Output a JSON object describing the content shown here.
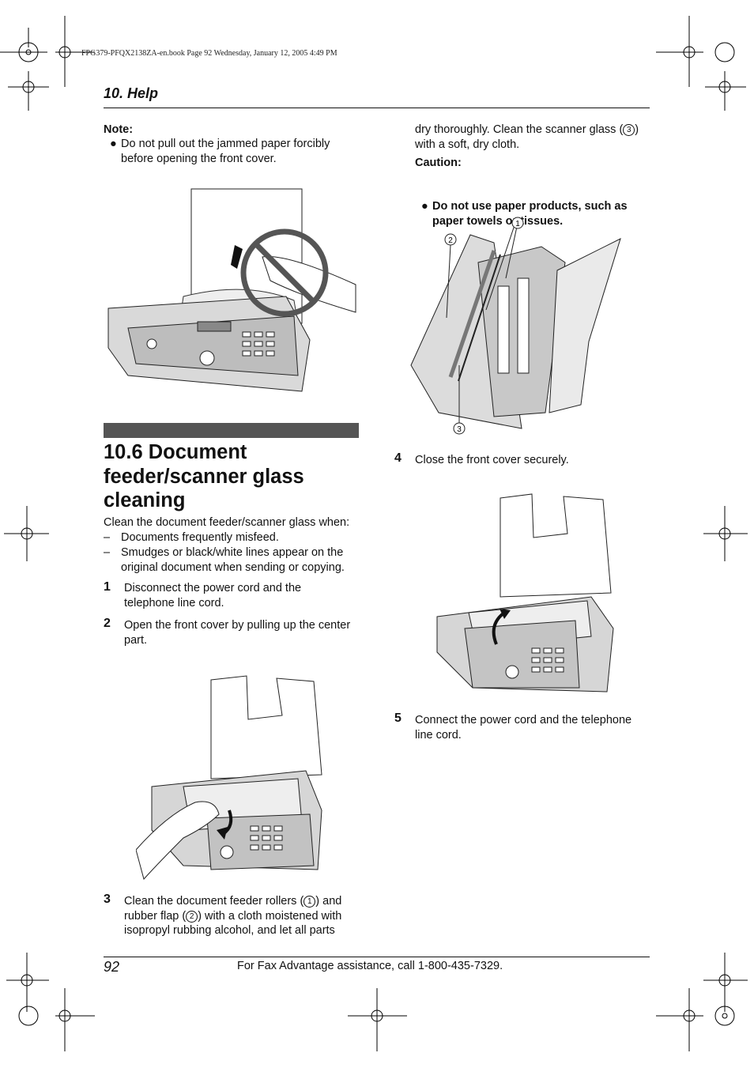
{
  "printer_line": "FPG379-PFQX2138ZA-en.book  Page 92  Wednesday, January 12, 2005  4:49 PM",
  "header": {
    "section": "10. Help"
  },
  "note": {
    "label": "Note:",
    "bullet": "Do not pull out the jammed paper forcibly",
    "bullet_cont": "before opening the front cover."
  },
  "heading": {
    "line1": "10.6 Document",
    "line2": "feeder/scanner glass",
    "line3": "cleaning"
  },
  "intro": {
    "lead": "Clean the document feeder/scanner glass when:",
    "items": [
      {
        "dash": "–",
        "line1": "Documents frequently misfeed.",
        "line2": ""
      },
      {
        "dash": "–",
        "line1": "Smudges or black/white lines appear on the",
        "line2": "original document when sending or copying."
      }
    ]
  },
  "steps": [
    {
      "num": "1",
      "line1": "Disconnect the power cord and the",
      "line2": "telephone line cord."
    },
    {
      "num": "2",
      "line1": "Open the front cover by pulling up the center",
      "line2": "part."
    },
    {
      "num": "3",
      "line1_a": "Clean the document feeder rollers (",
      "line1_c": "1",
      "line1_b": ") and",
      "line2_a": "rubber flap (",
      "line2_c": "2",
      "line2_b": ") with a cloth moistened with",
      "line3": "isopropyl rubbing alcohol, and let all parts",
      "line4": "dry thoroughly. Clean the scanner glass (",
      "line4_c": "3",
      "line4_b": ")",
      "line5": "with a soft, dry cloth."
    },
    {
      "num": "4",
      "line1": "Close the front cover securely."
    },
    {
      "num": "5",
      "line1": "Connect the power cord and the telephone",
      "line2": "line cord."
    }
  ],
  "caution": {
    "label": "Caution:",
    "line1": "Do not use paper products, such as",
    "line2": "paper towels or tissues."
  },
  "callouts": {
    "c1": "1",
    "c2": "2",
    "c3": "3"
  },
  "footer": {
    "page": "92",
    "text": "For Fax Advantage assistance, call 1-800-435-7329."
  },
  "bullet_glyph": "●"
}
